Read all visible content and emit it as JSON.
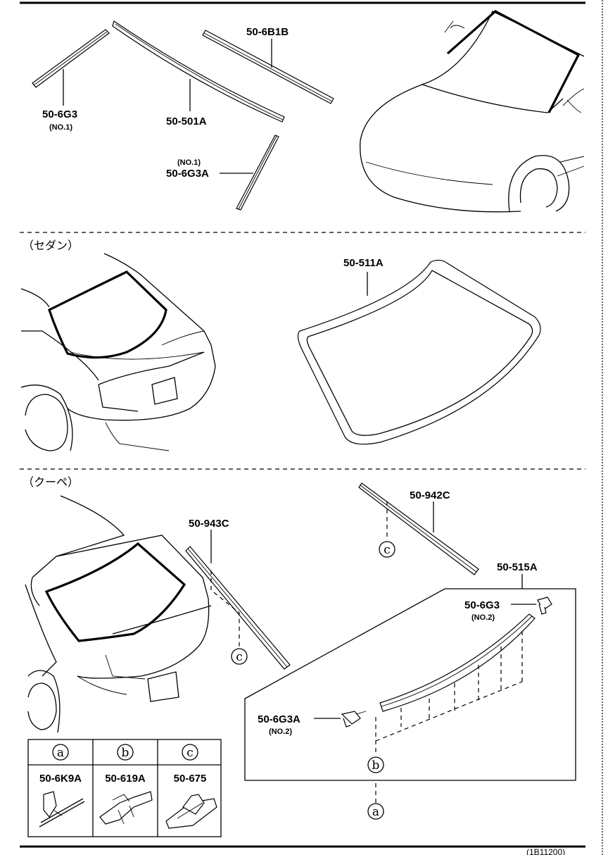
{
  "sections": {
    "sedan_label": "（セダン）",
    "coupe_label": "（クーペ）"
  },
  "labels": {
    "p_50_6g3_no1": "50-6G3",
    "p_50_6g3_no1_sub": "(NO.1)",
    "p_50_501a": "50-501A",
    "p_50_6b1b": "50-6B1B",
    "p_50_6g3a_no1_sub": "(NO.1)",
    "p_50_6g3a_no1": "50-6G3A",
    "p_50_511a": "50-511A",
    "p_50_943c": "50-943C",
    "p_50_942c": "50-942C",
    "p_50_515a": "50-515A",
    "p_50_6g3_no2": "50-6G3",
    "p_50_6g3_no2_sub": "(NO.2)",
    "p_50_6g3a_no2": "50-6G3A",
    "p_50_6g3a_no2_sub": "(NO.2)"
  },
  "callouts": {
    "a": "a",
    "b": "b",
    "c": "c"
  },
  "legend": {
    "headers": [
      "a",
      "b",
      "c"
    ],
    "parts": [
      "50-6K9A",
      "50-619A",
      "50-675"
    ]
  },
  "footer": {
    "ref": "(1B11200)"
  }
}
